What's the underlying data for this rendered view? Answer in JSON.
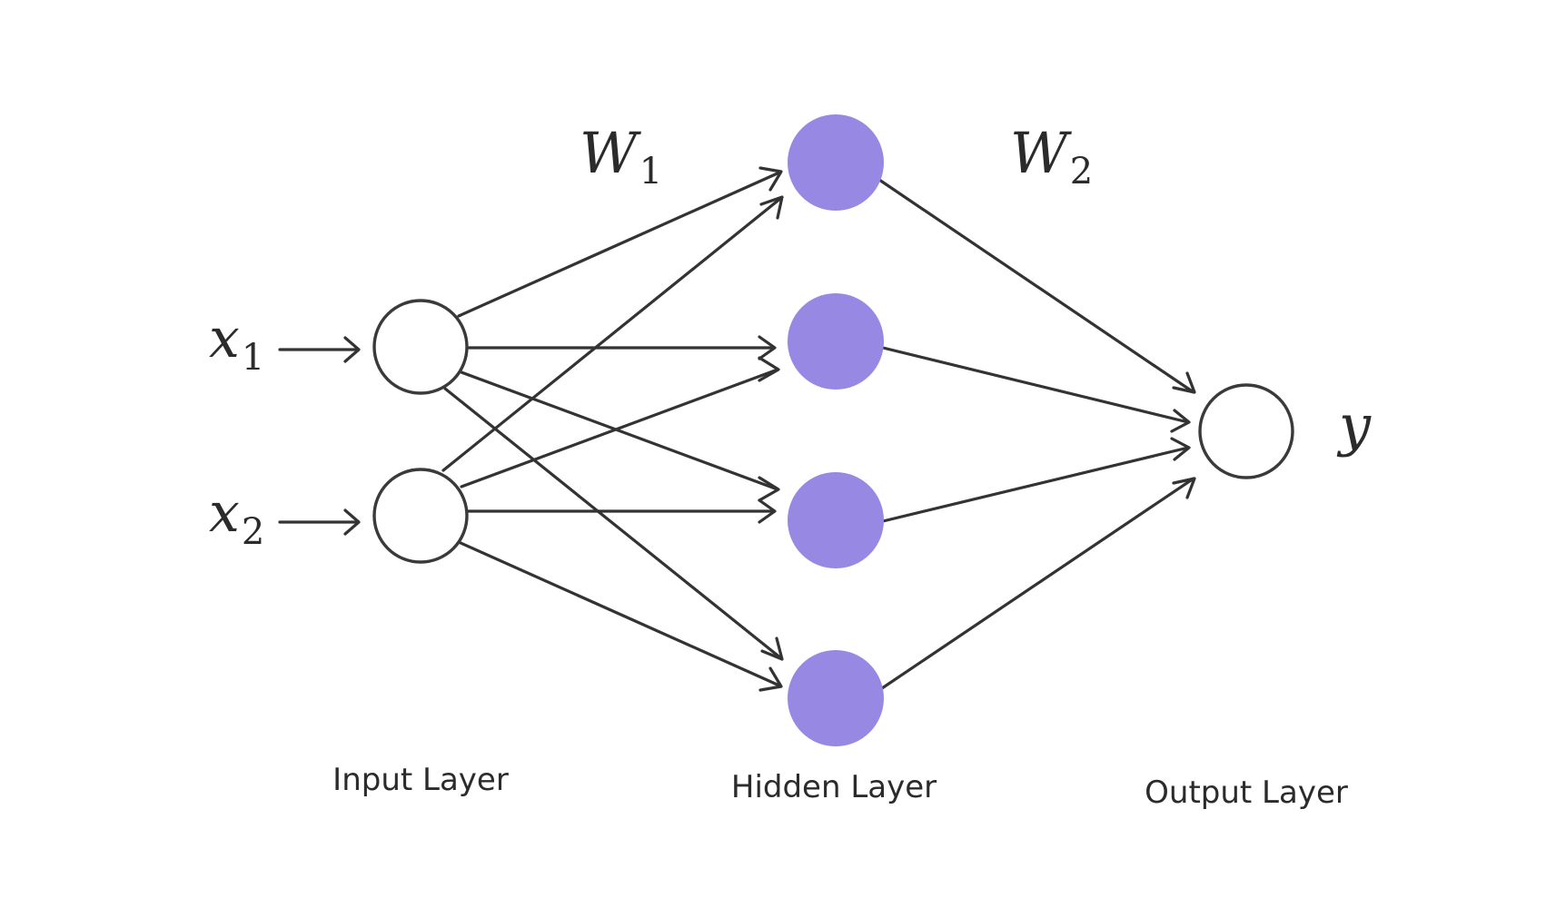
{
  "diagram": {
    "weights": {
      "w1": {
        "symbol": "W",
        "sub": "1"
      },
      "w2": {
        "symbol": "W",
        "sub": "2"
      }
    },
    "inputs": [
      {
        "symbol": "x",
        "sub": "1"
      },
      {
        "symbol": "x",
        "sub": "2"
      }
    ],
    "output": {
      "symbol": "y"
    },
    "layers": {
      "input": "Input Layer",
      "hidden": "Hidden Layer",
      "output": "Output Layer"
    },
    "colors": {
      "hidden_node": "#9788e3",
      "line": "#333333"
    }
  }
}
